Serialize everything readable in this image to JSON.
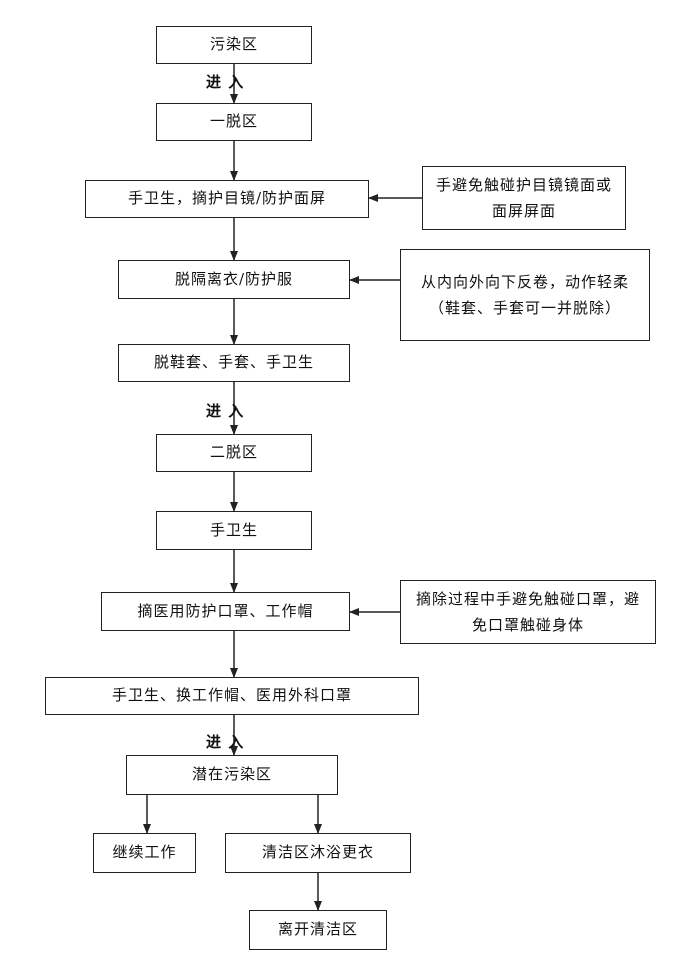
{
  "nodes": {
    "polluted_zone": "污染区",
    "first_doffing_zone": "一脱区",
    "remove_goggles": "手卫生，摘护目镜/防护面屏",
    "remove_gown": "脱隔离衣/防护服",
    "remove_shoe_covers": "脱鞋套、手套、手卫生",
    "second_doffing_zone": "二脱区",
    "hand_hygiene": "手卫生",
    "remove_mask_cap": "摘医用防护口罩、工作帽",
    "change_cap_mask": "手卫生、换工作帽、医用外科口罩",
    "potential_polluted_zone": "潜在污染区",
    "continue_work": "继续工作",
    "clean_zone_shower": "清洁区沐浴更衣",
    "leave_clean_zone": "离开清洁区"
  },
  "notes": {
    "goggles_note": "手避免触碰护目镜镜面或面屏屏面",
    "gown_note": "从内向外向下反卷，动作轻柔（鞋套、手套可一并脱除）",
    "mask_note": "摘除过程中手避免触碰口罩，避免口罩触碰身体"
  },
  "enter_labels": {
    "enter_1": "进 入",
    "enter_2": "进 入",
    "enter_3": "进 入"
  }
}
